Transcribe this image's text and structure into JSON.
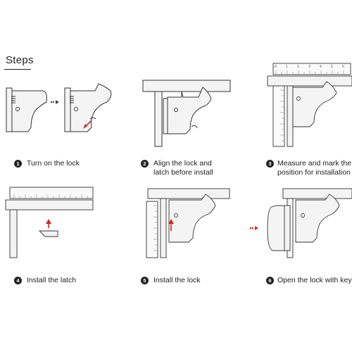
{
  "title": "Steps",
  "steps": [
    {
      "num": "1",
      "lines": [
        "Turn on the lock"
      ]
    },
    {
      "num": "2",
      "lines": [
        "Align the lock and",
        "latch before install"
      ]
    },
    {
      "num": "3",
      "lines": [
        "Measure and mark the",
        "position for installation"
      ]
    },
    {
      "num": "4",
      "lines": [
        "Install the latch"
      ]
    },
    {
      "num": "5",
      "lines": [
        "Install the lock"
      ]
    },
    {
      "num": "6",
      "lines": [
        "Open the lock with key"
      ]
    }
  ],
  "ruler_ticks": [
    "0",
    "1",
    "2",
    "3",
    "4",
    "5",
    "6"
  ],
  "colors": {
    "line": "#333333",
    "fill": "#f4f4f4",
    "arrow": "#e02020"
  }
}
